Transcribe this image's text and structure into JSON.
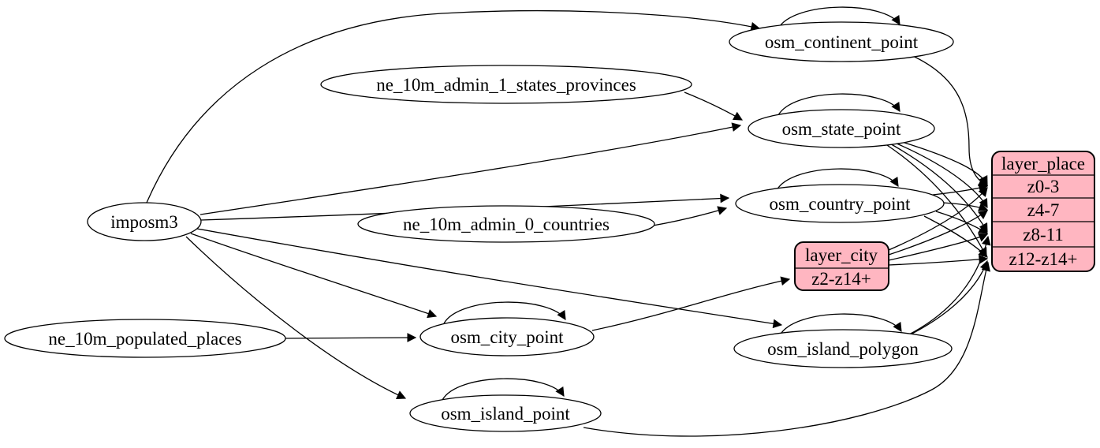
{
  "diagram": {
    "type": "etl-dependency-graph",
    "colors": {
      "background": "#ffffff",
      "node_fill": "#ffffff",
      "record_fill": "#ffb6c1",
      "stroke": "#000000"
    },
    "nodes": {
      "imposm3": {
        "label": "imposm3",
        "shape": "ellipse"
      },
      "ne_10m_admin_1_states_provinces": {
        "label": "ne_10m_admin_1_states_provinces",
        "shape": "ellipse"
      },
      "ne_10m_admin_0_countries": {
        "label": "ne_10m_admin_0_countries",
        "shape": "ellipse"
      },
      "ne_10m_populated_places": {
        "label": "ne_10m_populated_places",
        "shape": "ellipse"
      },
      "osm_continent_point": {
        "label": "osm_continent_point",
        "shape": "ellipse"
      },
      "osm_state_point": {
        "label": "osm_state_point",
        "shape": "ellipse"
      },
      "osm_country_point": {
        "label": "osm_country_point",
        "shape": "ellipse"
      },
      "osm_city_point": {
        "label": "osm_city_point",
        "shape": "ellipse"
      },
      "osm_island_polygon": {
        "label": "osm_island_polygon",
        "shape": "ellipse"
      },
      "osm_island_point": {
        "label": "osm_island_point",
        "shape": "ellipse"
      },
      "layer_city": {
        "label": "layer_city",
        "shape": "record",
        "rows": [
          "z2-z14+"
        ]
      },
      "layer_place": {
        "label": "layer_place",
        "shape": "record",
        "rows": [
          "z0-3",
          "z4-7",
          "z8-11",
          "z12-z14+"
        ]
      }
    },
    "edges": [
      {
        "from": "imposm3",
        "to": "osm_continent_point"
      },
      {
        "from": "imposm3",
        "to": "osm_state_point"
      },
      {
        "from": "imposm3",
        "to": "osm_country_point"
      },
      {
        "from": "imposm3",
        "to": "osm_city_point"
      },
      {
        "from": "imposm3",
        "to": "osm_island_polygon"
      },
      {
        "from": "imposm3",
        "to": "osm_island_point"
      },
      {
        "from": "ne_10m_admin_1_states_provinces",
        "to": "osm_state_point"
      },
      {
        "from": "ne_10m_admin_0_countries",
        "to": "osm_country_point"
      },
      {
        "from": "ne_10m_populated_places",
        "to": "osm_city_point"
      },
      {
        "from": "osm_continent_point",
        "to": "osm_continent_point"
      },
      {
        "from": "osm_state_point",
        "to": "osm_state_point"
      },
      {
        "from": "osm_country_point",
        "to": "osm_country_point"
      },
      {
        "from": "osm_city_point",
        "to": "osm_city_point"
      },
      {
        "from": "osm_island_polygon",
        "to": "osm_island_polygon"
      },
      {
        "from": "osm_island_point",
        "to": "osm_island_point"
      },
      {
        "from": "osm_city_point",
        "to": "layer_city",
        "port": "z2-z14+"
      },
      {
        "from": "osm_continent_point",
        "to": "layer_place",
        "port": "z0-3"
      },
      {
        "from": "osm_country_point",
        "to": "layer_place",
        "port": "z0-3"
      },
      {
        "from": "osm_country_point",
        "to": "layer_place",
        "port": "z4-7"
      },
      {
        "from": "osm_country_point",
        "to": "layer_place",
        "port": "z8-11"
      },
      {
        "from": "osm_country_point",
        "to": "layer_place",
        "port": "z12-z14+"
      },
      {
        "from": "osm_state_point",
        "to": "layer_place",
        "port": "z0-3"
      },
      {
        "from": "osm_state_point",
        "to": "layer_place",
        "port": "z4-7"
      },
      {
        "from": "osm_state_point",
        "to": "layer_place",
        "port": "z8-11"
      },
      {
        "from": "osm_state_point",
        "to": "layer_place",
        "port": "z12-z14+"
      },
      {
        "from": "layer_city",
        "to": "layer_place",
        "port": "z0-3"
      },
      {
        "from": "layer_city",
        "to": "layer_place",
        "port": "z4-7"
      },
      {
        "from": "layer_city",
        "to": "layer_place",
        "port": "z8-11"
      },
      {
        "from": "layer_city",
        "to": "layer_place",
        "port": "z12-z14+"
      },
      {
        "from": "osm_island_polygon",
        "to": "layer_place",
        "port": "z8-11"
      },
      {
        "from": "osm_island_polygon",
        "to": "layer_place",
        "port": "z12-z14+"
      },
      {
        "from": "osm_island_point",
        "to": "layer_place",
        "port": "z12-z14+"
      }
    ]
  }
}
